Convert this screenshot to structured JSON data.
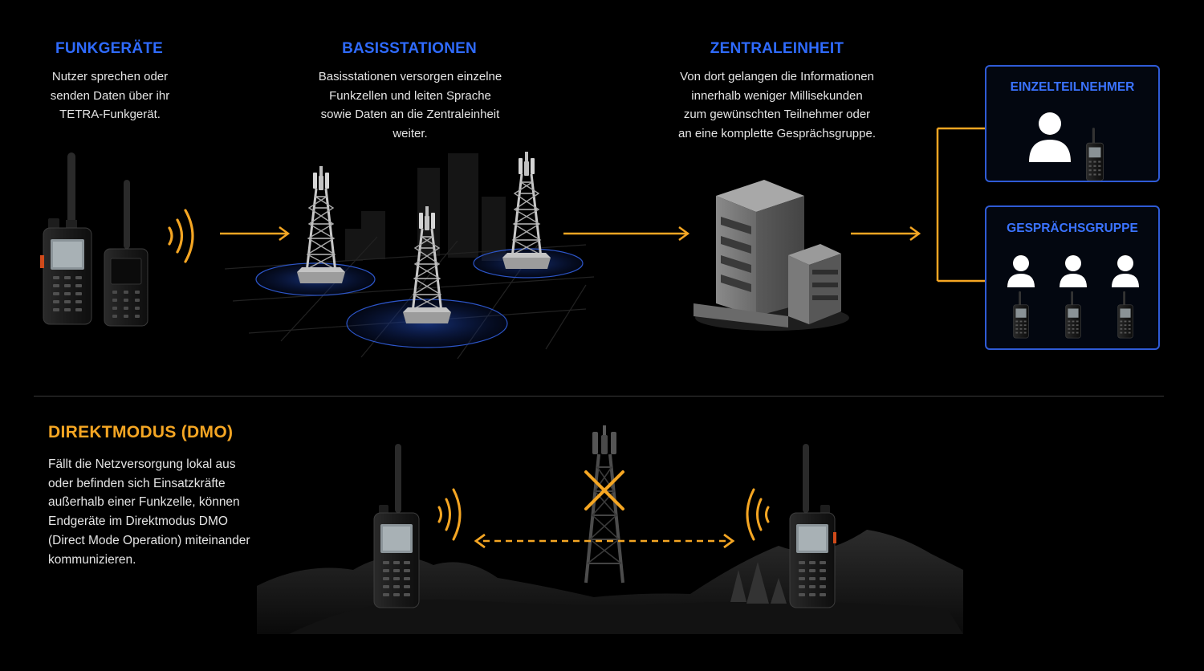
{
  "columns": [
    {
      "heading": "FUNKGERÄTE",
      "lines": [
        "Nutzer sprechen oder",
        "senden Daten über ihr",
        "TETRA-Funkgerät."
      ]
    },
    {
      "heading": "BASISSTATIONEN",
      "lines": [
        "Basisstationen versorgen einzelne",
        "Funkzellen und leiten Sprache",
        "sowie Daten an die Zentraleinheit",
        "weiter."
      ]
    },
    {
      "heading": "ZENTRALEINHEIT",
      "lines": [
        "Von dort gelangen die Informationen",
        "innerhalb weniger Millisekunden",
        "zum gewünschten Teilnehmer oder",
        "an eine komplette Gesprächsgruppe."
      ]
    }
  ],
  "boxes": {
    "single": {
      "title": "EINZELTEILNEHMER"
    },
    "group": {
      "title": "GESPRÄCHSGRUPPE"
    }
  },
  "dmo": {
    "title": "DIREKTMODUS (DMO)",
    "lines": [
      "Fällt die Netzversorgung lokal aus",
      "oder befinden sich Einsatzkräfte",
      "außerhalb einer Funkzelle, können",
      "Endgeräte im Direktmodus DMO",
      "(Direct Mode Operation) miteinander",
      "kommunizieren."
    ]
  },
  "colors": {
    "accent_orange": "#f5a623",
    "heading_blue": "#2f6bff",
    "box_border": "#2f5bd6",
    "background": "#000000"
  },
  "icons": [
    "radio-icon",
    "radio-wave-icon",
    "arrow-right-icon",
    "cell-tower-icon",
    "building-icon",
    "person-icon",
    "crossed-out-tower-icon",
    "double-arrow-icon",
    "mountain-silhouette",
    "pine-tree-icon"
  ]
}
